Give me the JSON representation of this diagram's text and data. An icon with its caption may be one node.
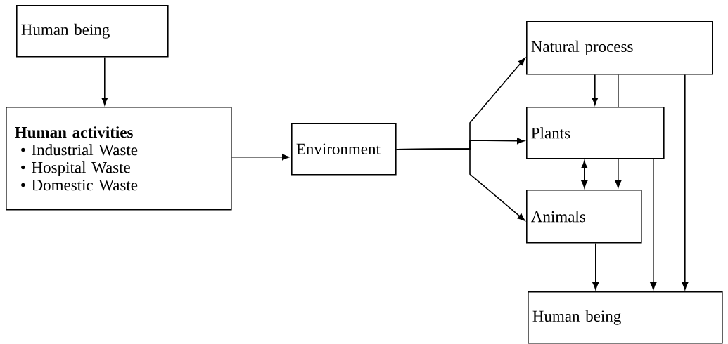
{
  "diagram": {
    "nodes": [
      {
        "text": [
          "Human being"
        ]
      },
      {
        "text": [
          "Human activities",
          "• Industrial Waste",
          "• Hospital Waste",
          "• Domestic Waste"
        ]
      },
      {
        "text": [
          "Environment"
        ]
      },
      {
        "text": [
          "Natural process"
        ]
      },
      {
        "text": [
          "Plants"
        ]
      },
      {
        "text": [
          "Animals"
        ]
      },
      {
        "text": [
          "Human being"
        ]
      }
    ],
    "edges": [
      {
        "from": 0,
        "to": 1,
        "arrow": "to"
      },
      {
        "from": 1,
        "to": 2,
        "arrow": "to"
      },
      {
        "from": 2,
        "to": 3,
        "arrow": "to"
      },
      {
        "from": 2,
        "to": 4,
        "arrow": "to"
      },
      {
        "from": 2,
        "to": 5,
        "arrow": "to"
      },
      {
        "from": 3,
        "to": 4,
        "arrow": "to"
      },
      {
        "from": 3,
        "to": 4,
        "arrow": "none"
      },
      {
        "from": 4,
        "to": 5,
        "arrow": "both"
      },
      {
        "from": 4,
        "to": 5,
        "arrow": "to"
      },
      {
        "from": 5,
        "to": 6,
        "arrow": "to"
      },
      {
        "from": 4,
        "to": 6,
        "arrow": "to"
      },
      {
        "from": 3,
        "to": 6,
        "arrow": "to"
      }
    ]
  }
}
